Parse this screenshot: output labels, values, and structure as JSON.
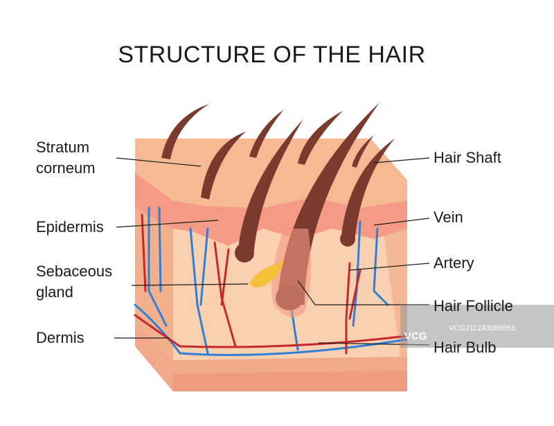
{
  "title": "STRUCTURE OF THE HAIR",
  "labels": {
    "stratum_corneum_line1": "Stratum",
    "stratum_corneum_line2": "corneum",
    "epidermis": "Epidermis",
    "sebaceous_line1": "Sebaceous",
    "sebaceous_line2": "gland",
    "dermis": "Dermis",
    "hair_shaft": "Hair Shaft",
    "vein": "Vein",
    "artery": "Artery",
    "hair_follicle": "Hair Follicle",
    "hair_bulb": "Hair Bulb"
  },
  "watermark": {
    "logo": "VCG",
    "id": "VCG211243086951"
  },
  "colors": {
    "skin_top": "#f7c9a4",
    "epidermis": "#f59a85",
    "dermis": "#f9d0b0",
    "hair": "#7a3b2e",
    "vein": "#2f7fd6",
    "artery": "#c8272b",
    "sebaceous": "#f5c13b"
  }
}
